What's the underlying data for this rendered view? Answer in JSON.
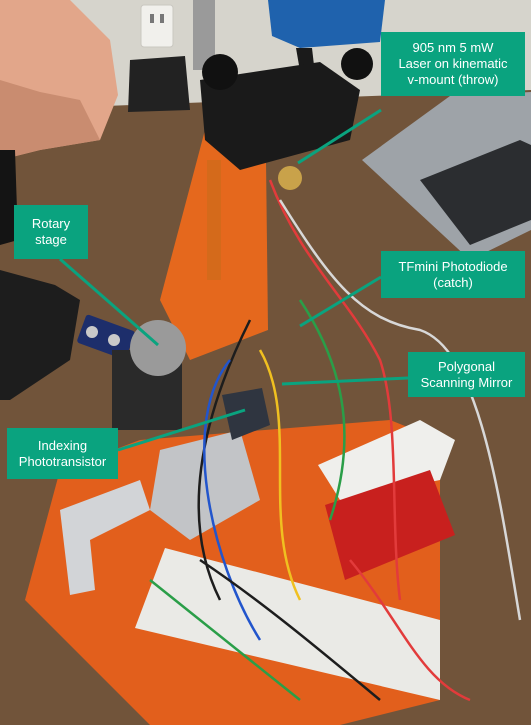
{
  "image": {
    "description_free": true,
    "background_colors": {
      "wall": "#d8d6cf",
      "table": "#6b4f35",
      "acrylic": "#f26a1b",
      "callout": "#0aa37f",
      "laptop": "#9ea3a8",
      "chair": "#1e5fa8"
    }
  },
  "callouts": {
    "laser": "905 nm 5 mW\nLaser on kinematic\nv-mount (throw)",
    "rotary": "Rotary\nstage",
    "tfmini": "TFmini Photodiode\n(catch)",
    "polygon": "Polygonal\nScanning Mirror",
    "indexing": "Indexing\nPhototransistor"
  }
}
